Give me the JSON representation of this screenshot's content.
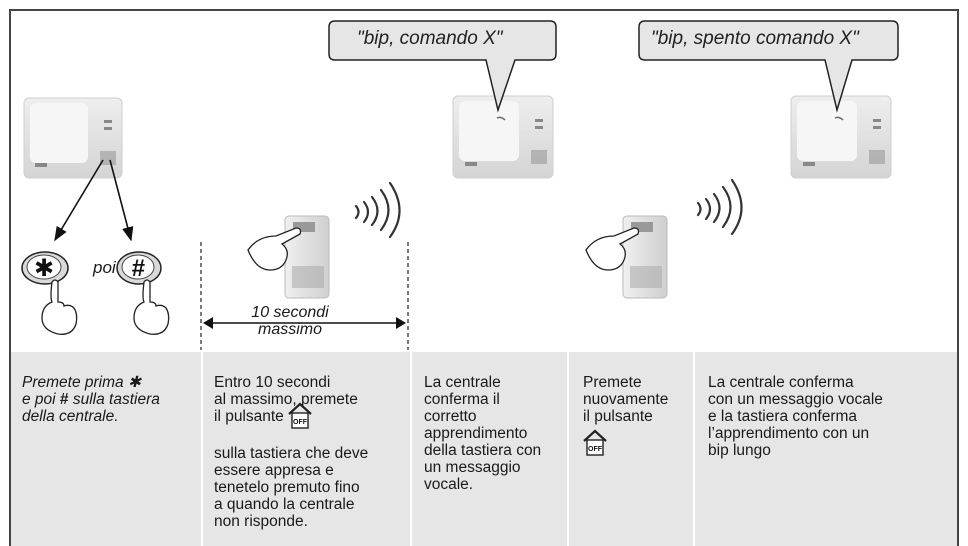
{
  "speech": {
    "bubble1": "\"bip, comando X\"",
    "bubble2": "\"bip, spento comando X\""
  },
  "keys": {
    "star": "✱",
    "poi": "poi",
    "hash": "#"
  },
  "timer": {
    "line1": "10 secondi",
    "line2": "massimo"
  },
  "icons": {
    "off_badge": "OFF"
  },
  "steps": [
    {
      "line1": "Premete prima ✱",
      "line2a": "e poi ",
      "line2b": "#",
      "line2c": " sulla tastiera",
      "line3": "della centrale."
    },
    {
      "a1": "Entro 10 secondi",
      "a2": "al massimo, premete",
      "a3": "il pulsante",
      "b1": "sulla tastiera che deve",
      "b2": "essere appresa e",
      "b3": "tenetelo premuto fino",
      "b4": "a quando la centrale",
      "b5": "non risponde."
    },
    {
      "l1": "La centrale",
      "l2": "conferma il",
      "l3": "corretto",
      "l4": "apprendimento",
      "l5": "della tastiera con",
      "l6": "un messaggio",
      "l7": "vocale."
    },
    {
      "l1": "Premete",
      "l2": "nuovamente",
      "l3": "il pulsante"
    },
    {
      "l1": "La centrale conferma",
      "l2": "con un messaggio vocale",
      "l3": "e la tastiera conferma",
      "l4": "l’apprendimento con un",
      "l5": "bip lungo"
    }
  ]
}
